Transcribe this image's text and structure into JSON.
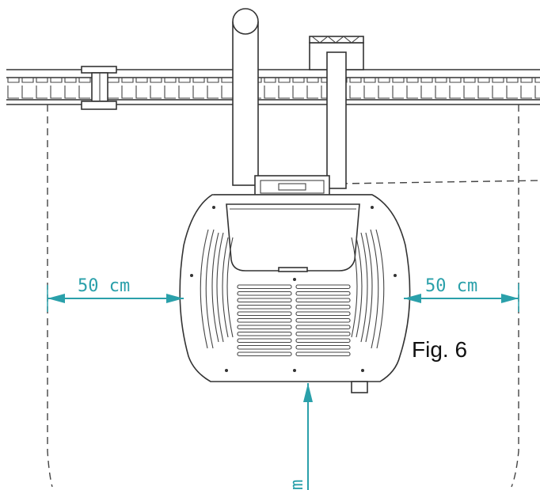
{
  "dimensions": {
    "left_clearance": "50 cm",
    "right_clearance": "50 cm",
    "front_clearance_partial": "m"
  },
  "figure_label": "Fig. 6",
  "colors": {
    "dimension": "#2aa0aa",
    "drawing": "#333333",
    "background": "#ffffff"
  }
}
